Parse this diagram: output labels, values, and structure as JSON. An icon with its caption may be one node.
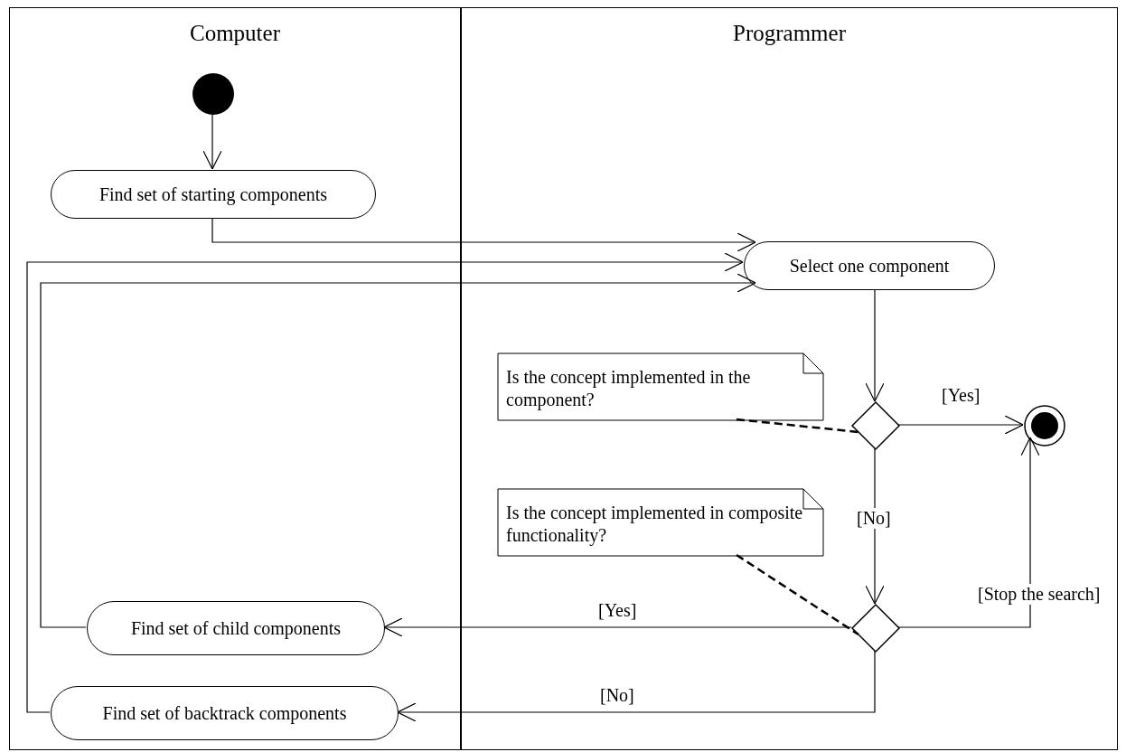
{
  "diagram": {
    "nodes": [
      {
        "text": [
          "Computer"
        ]
      },
      {
        "text": [
          "Programmer"
        ]
      },
      {
        "text": [],
        "shape": "circle",
        "in": 0
      },
      {
        "text": [
          "Find set of starting components"
        ],
        "in": 0
      },
      {
        "text": [
          "Select one component"
        ],
        "in": 1
      },
      {
        "text": [
          "Is the concept implemented in the component?"
        ],
        "in": 1
      },
      {
        "text": [],
        "shape": "diamond",
        "in": 1
      },
      {
        "text": [],
        "shape": "circle",
        "in": 1
      },
      {
        "text": [
          "Is the concept implemented in composite functionality?"
        ],
        "in": 1
      },
      {
        "text": [],
        "shape": "diamond",
        "in": 1
      },
      {
        "text": [
          "Find set of child components"
        ],
        "in": 0
      },
      {
        "text": [
          "Find set of backtrack components"
        ],
        "in": 0
      }
    ],
    "edges": [
      {
        "from": 2,
        "to": 3,
        "arrow": "to"
      },
      {
        "from": 3,
        "to": 4,
        "arrow": "to"
      },
      {
        "from": 10,
        "to": 4,
        "arrow": "to"
      },
      {
        "from": 11,
        "to": 4,
        "arrow": "to"
      },
      {
        "from": 4,
        "to": 6,
        "arrow": "to"
      },
      {
        "from": 6,
        "to": 7,
        "arrow": "to",
        "label": "[Yes]"
      },
      {
        "from": 6,
        "to": 9,
        "arrow": "to",
        "label": "[No]"
      },
      {
        "from": 9,
        "to": 10,
        "arrow": "to",
        "label": "[Yes]"
      },
      {
        "from": 9,
        "to": 11,
        "arrow": "to",
        "label": "[No]"
      },
      {
        "from": 9,
        "to": 7,
        "arrow": "to",
        "label": "[Stop the search]"
      },
      {
        "from": 5,
        "to": 6,
        "arrow": "none",
        "style": "dashed"
      },
      {
        "from": 8,
        "to": 9,
        "arrow": "none",
        "style": "dashed"
      }
    ]
  }
}
